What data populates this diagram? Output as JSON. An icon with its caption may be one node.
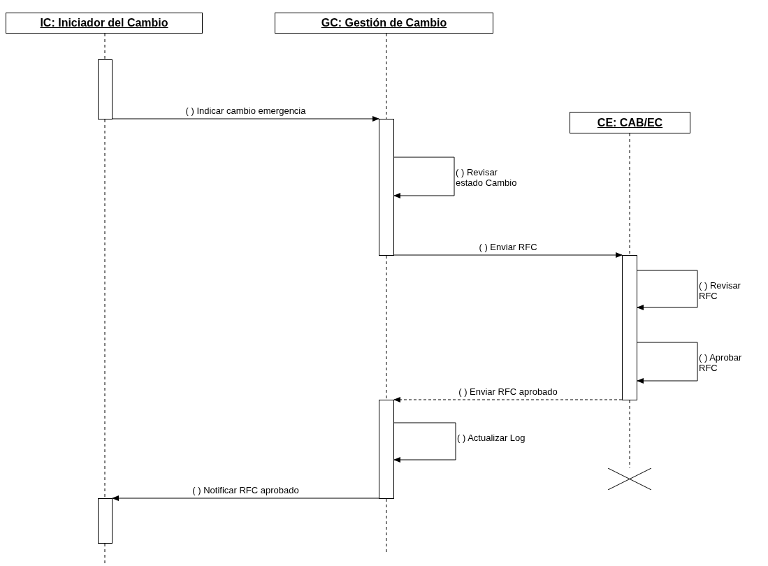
{
  "diagram": {
    "nodes": [
      {
        "text": [
          "IC: Iniciador del Cambio"
        ]
      },
      {
        "text": [
          "GC: Gestión de Cambio"
        ]
      },
      {
        "text": [
          "CE: CAB/EC"
        ]
      },
      {
        "text": [],
        "shape": "bar"
      },
      {
        "text": [],
        "shape": "bar"
      },
      {
        "text": [],
        "shape": "bar"
      },
      {
        "text": [],
        "shape": "bar"
      },
      {
        "text": [],
        "shape": "bar"
      },
      {
        "text": [],
        "shape": "cross"
      }
    ],
    "edges": [
      {
        "from": 3,
        "to": 4,
        "arrow": "to",
        "label": "( ) Indicar cambio emergencia"
      },
      {
        "from": 4,
        "to": 4,
        "arrow": "to",
        "label": "( ) Revisar estado Cambio"
      },
      {
        "from": 4,
        "to": 5,
        "arrow": "to",
        "label": "( ) Enviar RFC"
      },
      {
        "from": 5,
        "to": 5,
        "arrow": "to",
        "label": "( ) Revisar RFC"
      },
      {
        "from": 5,
        "to": 5,
        "arrow": "to",
        "label": "( ) Aprobar RFC"
      },
      {
        "from": 5,
        "to": 6,
        "arrow": "to",
        "label": "( ) Enviar RFC aprobado",
        "style": "dashed"
      },
      {
        "from": 6,
        "to": 6,
        "arrow": "to",
        "label": "( ) Actualizar Log"
      },
      {
        "from": 6,
        "to": 7,
        "arrow": "to",
        "label": "( ) Notificar RFC aprobado"
      },
      {
        "from": 0,
        "to": 3,
        "arrow": "none",
        "style": "dashed"
      },
      {
        "from": 3,
        "to": 7,
        "arrow": "none",
        "style": "dashed"
      },
      {
        "from": 7,
        "to": null,
        "arrow": "none",
        "style": "dashed"
      },
      {
        "from": 1,
        "to": 4,
        "arrow": "none",
        "style": "dashed"
      },
      {
        "from": 4,
        "to": 6,
        "arrow": "none",
        "style": "dashed"
      },
      {
        "from": 6,
        "to": null,
        "arrow": "none",
        "style": "dashed"
      },
      {
        "from": 2,
        "to": 5,
        "arrow": "none",
        "style": "dashed"
      },
      {
        "from": 5,
        "to": 8,
        "arrow": "none",
        "style": "dashed"
      }
    ]
  }
}
